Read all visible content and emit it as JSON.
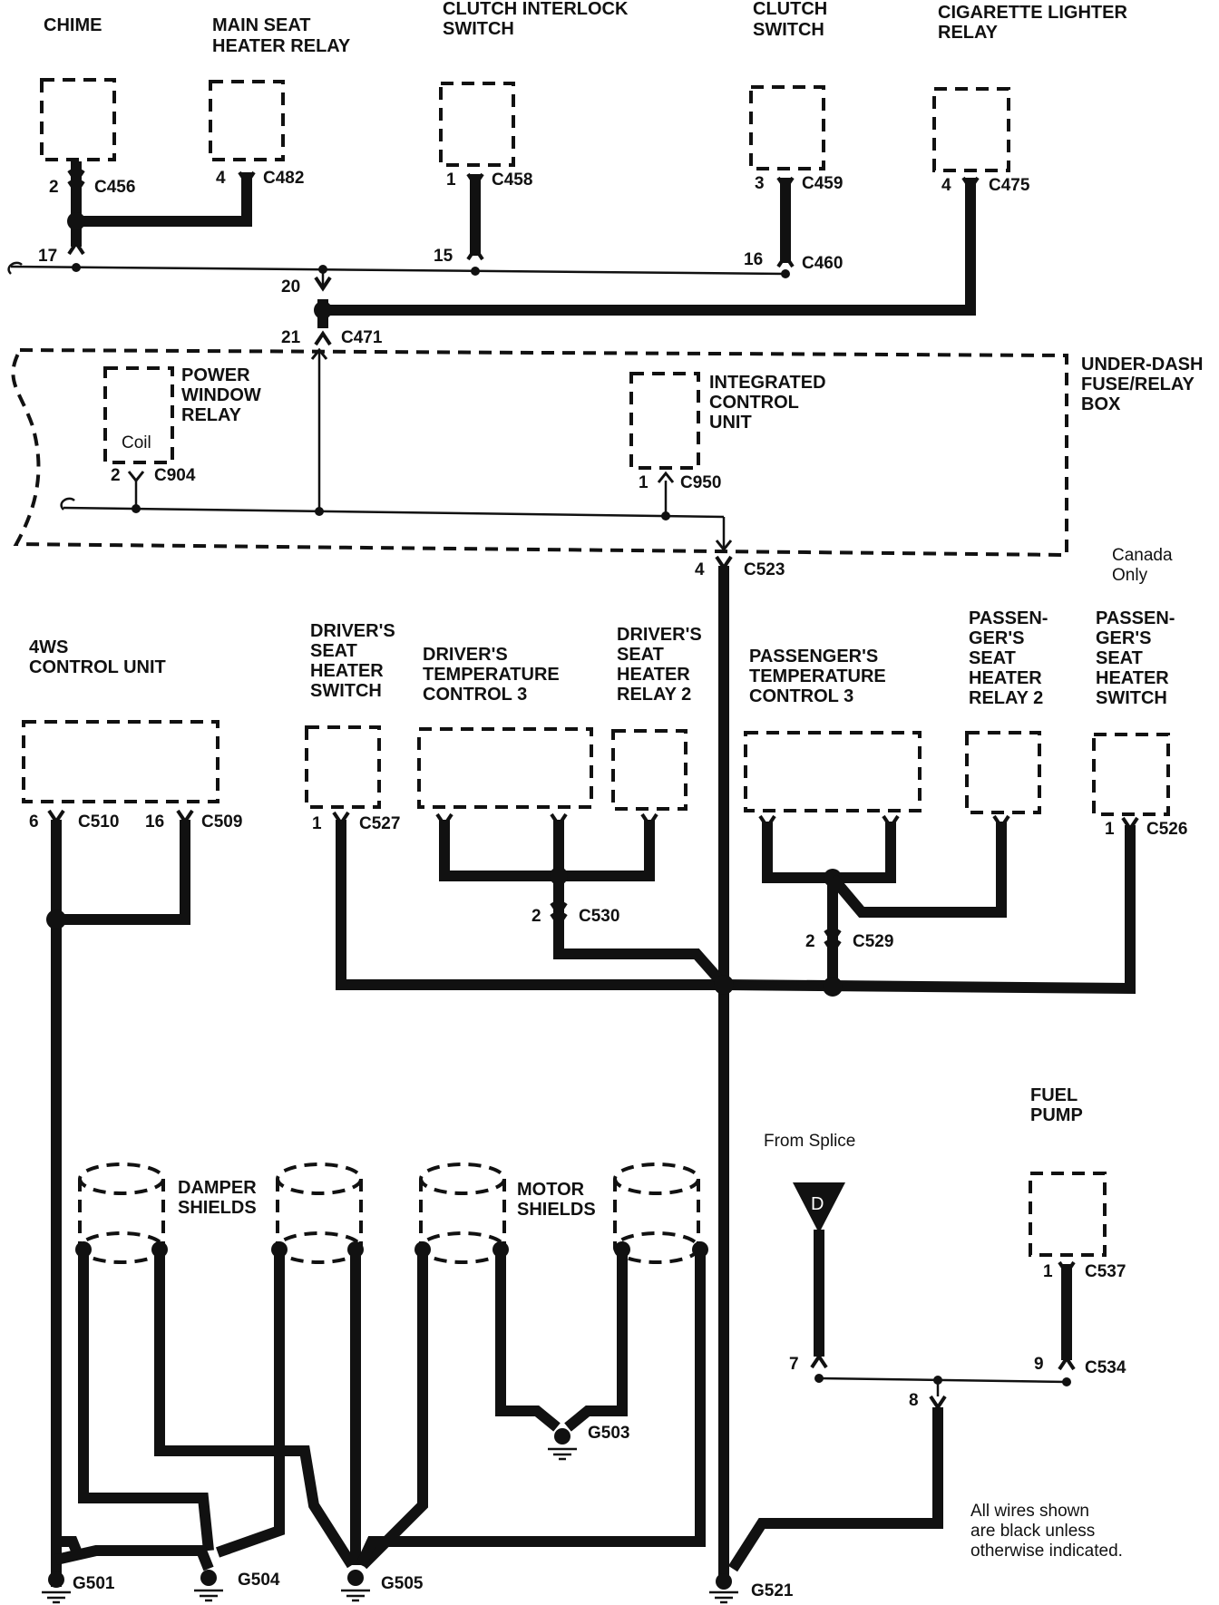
{
  "components": {
    "chime": "CHIME",
    "main_seat_heater_relay": [
      "MAIN SEAT",
      "HEATER RELAY"
    ],
    "clutch_interlock_switch": [
      "CLUTCH INTERLOCK",
      "SWITCH"
    ],
    "clutch_switch": [
      "CLUTCH",
      "SWITCH"
    ],
    "cigarette_lighter_relay": [
      "CIGARETTE LIGHTER",
      "RELAY"
    ],
    "under_dash_box": [
      "UNDER-DASH",
      "FUSE/RELAY",
      "BOX"
    ],
    "power_window_relay": [
      "POWER",
      "WINDOW",
      "RELAY"
    ],
    "coil": "Coil",
    "integrated_control_unit": [
      "INTEGRATED",
      "CONTROL",
      "UNIT"
    ],
    "canada_only": [
      "Canada",
      "Only"
    ],
    "ws4_control_unit": [
      "4WS",
      "CONTROL UNIT"
    ],
    "drivers_seat_heater_switch": [
      "DRIVER'S",
      "SEAT",
      "HEATER",
      "SWITCH"
    ],
    "drivers_temperature_control": [
      "DRIVER'S",
      "TEMPERATURE",
      "CONTROL 3"
    ],
    "drivers_seat_heater_relay": [
      "DRIVER'S",
      "SEAT",
      "HEATER",
      "RELAY 2"
    ],
    "passengers_temperature_control": [
      "PASSENGER'S",
      "TEMPERATURE",
      "CONTROL 3"
    ],
    "passengers_seat_heater_relay": [
      "PASSEN-",
      "GER'S",
      "SEAT",
      "HEATER",
      "RELAY 2"
    ],
    "passengers_seat_heater_switch": [
      "PASSEN-",
      "GER'S",
      "SEAT",
      "HEATER",
      "SWITCH"
    ],
    "damper_shields": [
      "DAMPER",
      "SHIELDS"
    ],
    "motor_shields": [
      "MOTOR",
      "SHIELDS"
    ],
    "from_splice": "From Splice",
    "splice_letter": "D",
    "fuel_pump": [
      "FUEL",
      "PUMP"
    ],
    "note": [
      "All wires shown",
      "are black unless",
      "otherwise indicated."
    ]
  },
  "connectors": {
    "c456": "C456",
    "c482": "C482",
    "c458": "C458",
    "c459": "C459",
    "c475": "C475",
    "c460": "C460",
    "c471": "C471",
    "c904": "C904",
    "c950": "C950",
    "c523": "C523",
    "c510": "C510",
    "c509": "C509",
    "c527": "C527",
    "c530": "C530",
    "c529": "C529",
    "c526": "C526",
    "c537": "C537",
    "c534": "C534"
  },
  "pins": {
    "p2_c456": "2",
    "p4_c482": "4",
    "p1_c458": "1",
    "p3_c459": "3",
    "p4_c475": "4",
    "p17": "17",
    "p15": "15",
    "p16": "16",
    "p20": "20",
    "p21": "21",
    "p2_c904": "2",
    "p1_c950": "1",
    "p4_c523": "4",
    "p6_c510": "6",
    "p16_c509": "16",
    "p1_c527": "1",
    "p2_c530": "2",
    "p2_c529": "2",
    "p1_c526": "1",
    "p1_c537": "1",
    "p7": "7",
    "p9": "9",
    "p8": "8"
  },
  "grounds": {
    "g501": "G501",
    "g504": "G504",
    "g505": "G505",
    "g503": "G503",
    "g521": "G521"
  }
}
